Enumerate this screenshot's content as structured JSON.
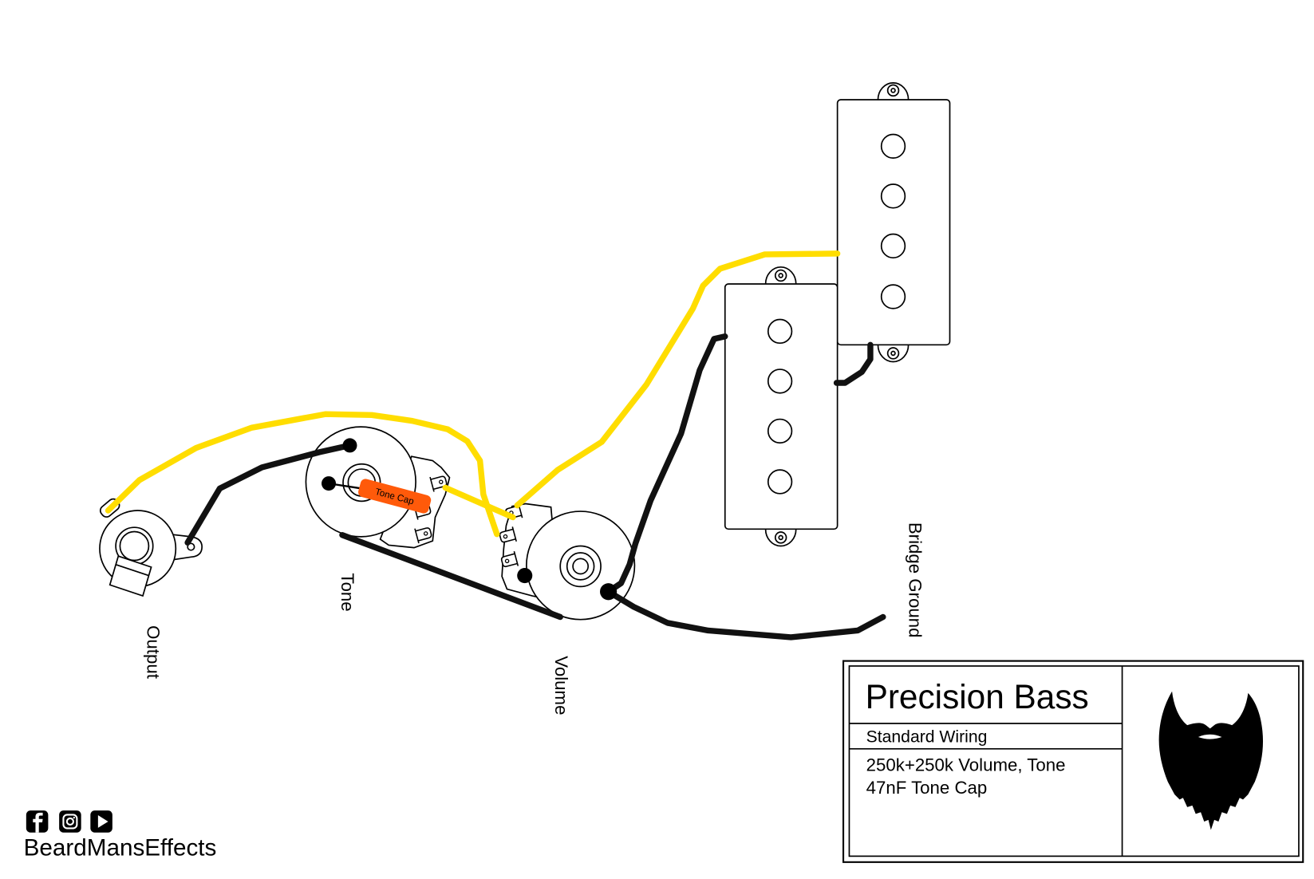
{
  "diagram": {
    "labels": {
      "output": "Output",
      "tone": "Tone",
      "volume": "Volume",
      "bridge_ground": "Bridge Ground",
      "tone_cap": "Tone Cap"
    }
  },
  "title_block": {
    "title": "Precision Bass",
    "subtitle": "Standard Wiring",
    "specs": [
      "250k+250k Volume, Tone",
      "47nF Tone Cap"
    ],
    "logo_icon": "beard-icon"
  },
  "footer": {
    "social_icons": [
      "facebook-icon",
      "instagram-icon",
      "youtube-icon"
    ],
    "brand": "BeardMansEffects"
  },
  "colors": {
    "hot_wire": "#FFDD00",
    "ground_wire": "#111111",
    "capacitor": "#FF5A0A",
    "outline": "#000000",
    "background": "#FFFFFF"
  }
}
